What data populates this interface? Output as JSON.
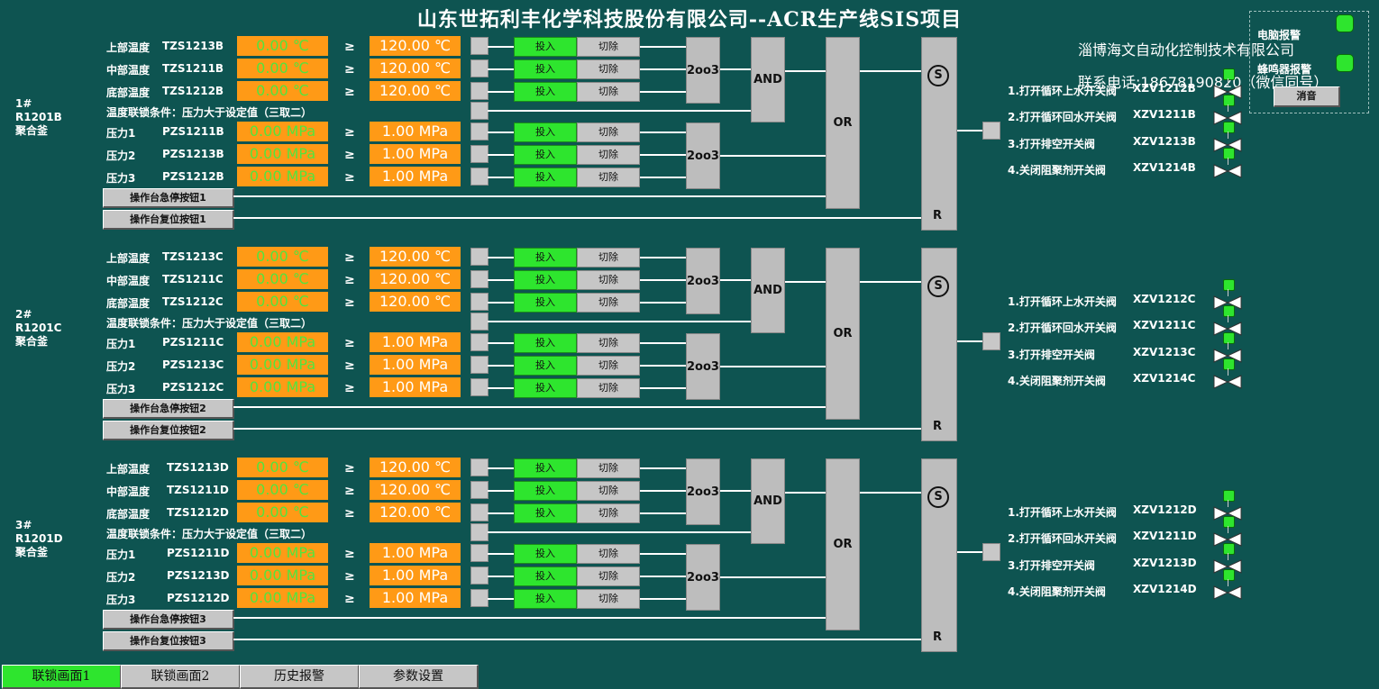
{
  "title": "山东世拓利丰化学科技股份有限公司--ACR生产线SIS项目",
  "company": {
    "name": "淄博海文自动化控制技术有限公司",
    "phone": "联系电话:18678190820（微信同号）"
  },
  "alarm_panel": {
    "pc_alarm": "电脑报警",
    "buzzer_alarm": "蜂鸣器报警",
    "mute_button": "消音"
  },
  "common": {
    "ge": "≥",
    "in_label": "投入",
    "out_label": "切除",
    "gate_2oo3": "2oo3",
    "gate_and": "AND",
    "gate_or": "OR",
    "s_letter": "S",
    "r_letter": "R",
    "temp_condition": "温度联锁条件：压力大于设定值（三取二）",
    "temp_pv": "0.00 ℃",
    "temp_sp": "120.00 ℃",
    "press_pv": "0.00 MPa",
    "press_sp": "1.00 MPa"
  },
  "units": [
    {
      "label": "1#\nR1201B\n聚合釜",
      "temps": [
        {
          "name": "上部温度",
          "tag": "TZS1213B"
        },
        {
          "name": "中部温度",
          "tag": "TZS1211B"
        },
        {
          "name": "底部温度",
          "tag": "TZS1212B"
        }
      ],
      "pressures": [
        {
          "name": "压力1",
          "tag": "PZS1211B"
        },
        {
          "name": "压力2",
          "tag": "PZS1213B"
        },
        {
          "name": "压力3",
          "tag": "PZS1212B"
        }
      ],
      "estop": "操作台急停按钮1",
      "reset": "操作台复位按钮1",
      "valves": [
        {
          "text": "1.打开循环上水开关阀",
          "tag": "XZV1212B"
        },
        {
          "text": "2.打开循环回水开关阀",
          "tag": "XZV1211B"
        },
        {
          "text": "3.打开排空开关阀",
          "tag": "XZV1213B"
        },
        {
          "text": "4.关闭阻聚剂开关阀",
          "tag": "XZV1214B"
        }
      ]
    },
    {
      "label": "2#\nR1201C\n聚合釜",
      "temps": [
        {
          "name": "上部温度",
          "tag": "TZS1213C"
        },
        {
          "name": "中部温度",
          "tag": "TZS1211C"
        },
        {
          "name": "底部温度",
          "tag": "TZS1212C"
        }
      ],
      "pressures": [
        {
          "name": "压力1",
          "tag": "PZS1211C"
        },
        {
          "name": "压力2",
          "tag": "PZS1213C"
        },
        {
          "name": "压力3",
          "tag": "PZS1212C"
        }
      ],
      "estop": "操作台急停按钮2",
      "reset": "操作台复位按钮2",
      "valves": [
        {
          "text": "1.打开循环上水开关阀",
          "tag": "XZV1212C"
        },
        {
          "text": "2.打开循环回水开关阀",
          "tag": "XZV1211C"
        },
        {
          "text": "3.打开排空开关阀",
          "tag": "XZV1213C"
        },
        {
          "text": "4.关闭阻聚剂开关阀",
          "tag": "XZV1214C"
        }
      ]
    },
    {
      "label": "3#\nR1201D\n聚合釜",
      "temps": [
        {
          "name": "上部温度",
          "tag": "TZS1213D"
        },
        {
          "name": "中部温度",
          "tag": "TZS1211D"
        },
        {
          "name": "底部温度",
          "tag": "TZS1212D"
        }
      ],
      "pressures": [
        {
          "name": "压力1",
          "tag": "PZS1211D"
        },
        {
          "name": "压力2",
          "tag": "PZS1213D"
        },
        {
          "name": "压力3",
          "tag": "PZS1212D"
        }
      ],
      "estop": "操作台急停按钮3",
      "reset": "操作台复位按钮3",
      "valves": [
        {
          "text": "1.打开循环上水开关阀",
          "tag": "XZV1212D"
        },
        {
          "text": "2.打开循环回水开关阀",
          "tag": "XZV1211D"
        },
        {
          "text": "3.打开排空开关阀",
          "tag": "XZV1213D"
        },
        {
          "text": "4.关闭阻聚剂开关阀",
          "tag": "XZV1214D"
        }
      ]
    }
  ],
  "tabs": [
    {
      "label": "联锁画面1",
      "active": true
    },
    {
      "label": "联锁画面2",
      "active": false
    },
    {
      "label": "历史报警",
      "active": false
    },
    {
      "label": "参数设置",
      "active": false
    }
  ],
  "colors": {
    "background": "#0e5451",
    "value_box": "#ff9a16",
    "active_green": "#2ee52e",
    "button_gray": "#c6c6c6"
  }
}
